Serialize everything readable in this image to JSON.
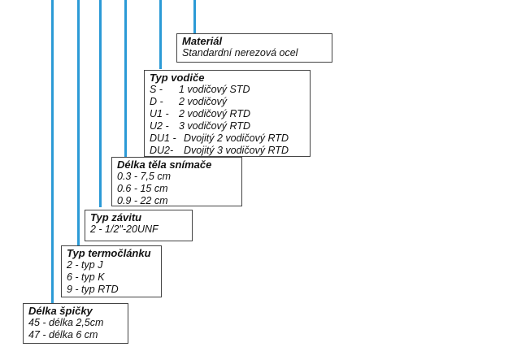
{
  "line_color": "#2b9ad6",
  "boxes": {
    "material": {
      "title": "Materiál",
      "lines": [
        "Standardní nerezová ocel"
      ]
    },
    "wire_type": {
      "title": "Typ vodiče",
      "rows": [
        {
          "code": "S -",
          "desc": "1 vodičový STD"
        },
        {
          "code": "D -",
          "desc": "2 vodičový"
        },
        {
          "code": "U1 -",
          "desc": "2 vodičový RTD"
        },
        {
          "code": "U2 -",
          "desc": "3 vodičový RTD"
        },
        {
          "code": "DU1 -",
          "desc": "Dvojitý 2 vodičový RTD"
        },
        {
          "code": "DU2-",
          "desc": "Dvojitý 3 vodičový RTD"
        }
      ]
    },
    "body_length": {
      "title": "Délka těla snímače",
      "lines": [
        "0.3 - 7,5 cm",
        "0.6 - 15 cm",
        "0.9 - 22 cm"
      ]
    },
    "thread_type": {
      "title": "Typ závitu",
      "lines": [
        "2 - 1/2\"-20UNF"
      ]
    },
    "thermocouple_type": {
      "title": "Typ termočlánku",
      "lines": [
        "2 - typ J",
        "6 - typ K",
        "9 - typ RTD"
      ]
    },
    "tip_length": {
      "title": "Délka špičky",
      "lines": [
        "45 - délka 2,5cm",
        "47 - délka 6 cm"
      ]
    }
  }
}
